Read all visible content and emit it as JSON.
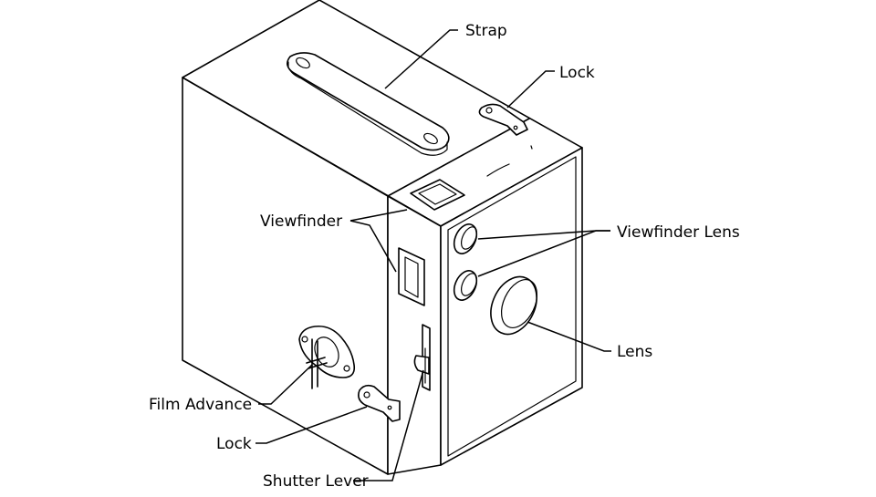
{
  "labels": {
    "strap": "Strap",
    "lock_top": "Lock",
    "viewfinder": "Viewfinder",
    "viewfinder_lens": "Viewfinder Lens",
    "lens": "Lens",
    "film_advance": "Film Advance",
    "lock_bottom": "Lock",
    "shutter_lever": "Shutter Lever"
  }
}
